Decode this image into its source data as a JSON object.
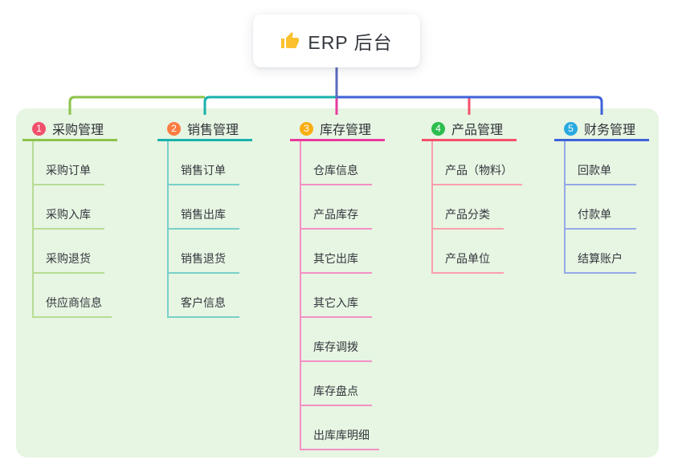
{
  "canvas": {
    "background": "#ffffff",
    "panel_background": "#E7F5E3",
    "root_connector_color": "#5C6BC0"
  },
  "root": {
    "title": "ERP 后台",
    "icon": "thumbs-up-icon",
    "icon_color": "#FBC02D"
  },
  "branches": [
    {
      "badge": "1",
      "badge_color": "#F1506C",
      "label": "采购管理",
      "color": "#8BC34A",
      "light_color": "#B7DD93",
      "children": [
        "采购订单",
        "采购入库",
        "采购退货",
        "供应商信息"
      ]
    },
    {
      "badge": "2",
      "badge_color": "#FB7D44",
      "label": "销售管理",
      "color": "#18B2AB",
      "light_color": "#79D0CA",
      "children": [
        "销售订单",
        "销售出库",
        "销售退货",
        "客户信息"
      ]
    },
    {
      "badge": "3",
      "badge_color": "#F9AE13",
      "label": "库存管理",
      "color": "#E93A9F",
      "light_color": "#F390C6",
      "children": [
        "仓库信息",
        "产品库存",
        "其它出库",
        "其它入库",
        "库存调拨",
        "库存盘点",
        "出库库明细"
      ]
    },
    {
      "badge": "4",
      "badge_color": "#2BBD4E",
      "label": "产品管理",
      "color": "#F4516C",
      "light_color": "#F9A0AC",
      "children": [
        "产品（物料）",
        "产品分类",
        "产品单位"
      ]
    },
    {
      "badge": "5",
      "badge_color": "#29A9E1",
      "label": "财务管理",
      "color": "#3E63D8",
      "light_color": "#94A9E5",
      "children": [
        "回款单",
        "付款单",
        "结算账户"
      ]
    }
  ]
}
